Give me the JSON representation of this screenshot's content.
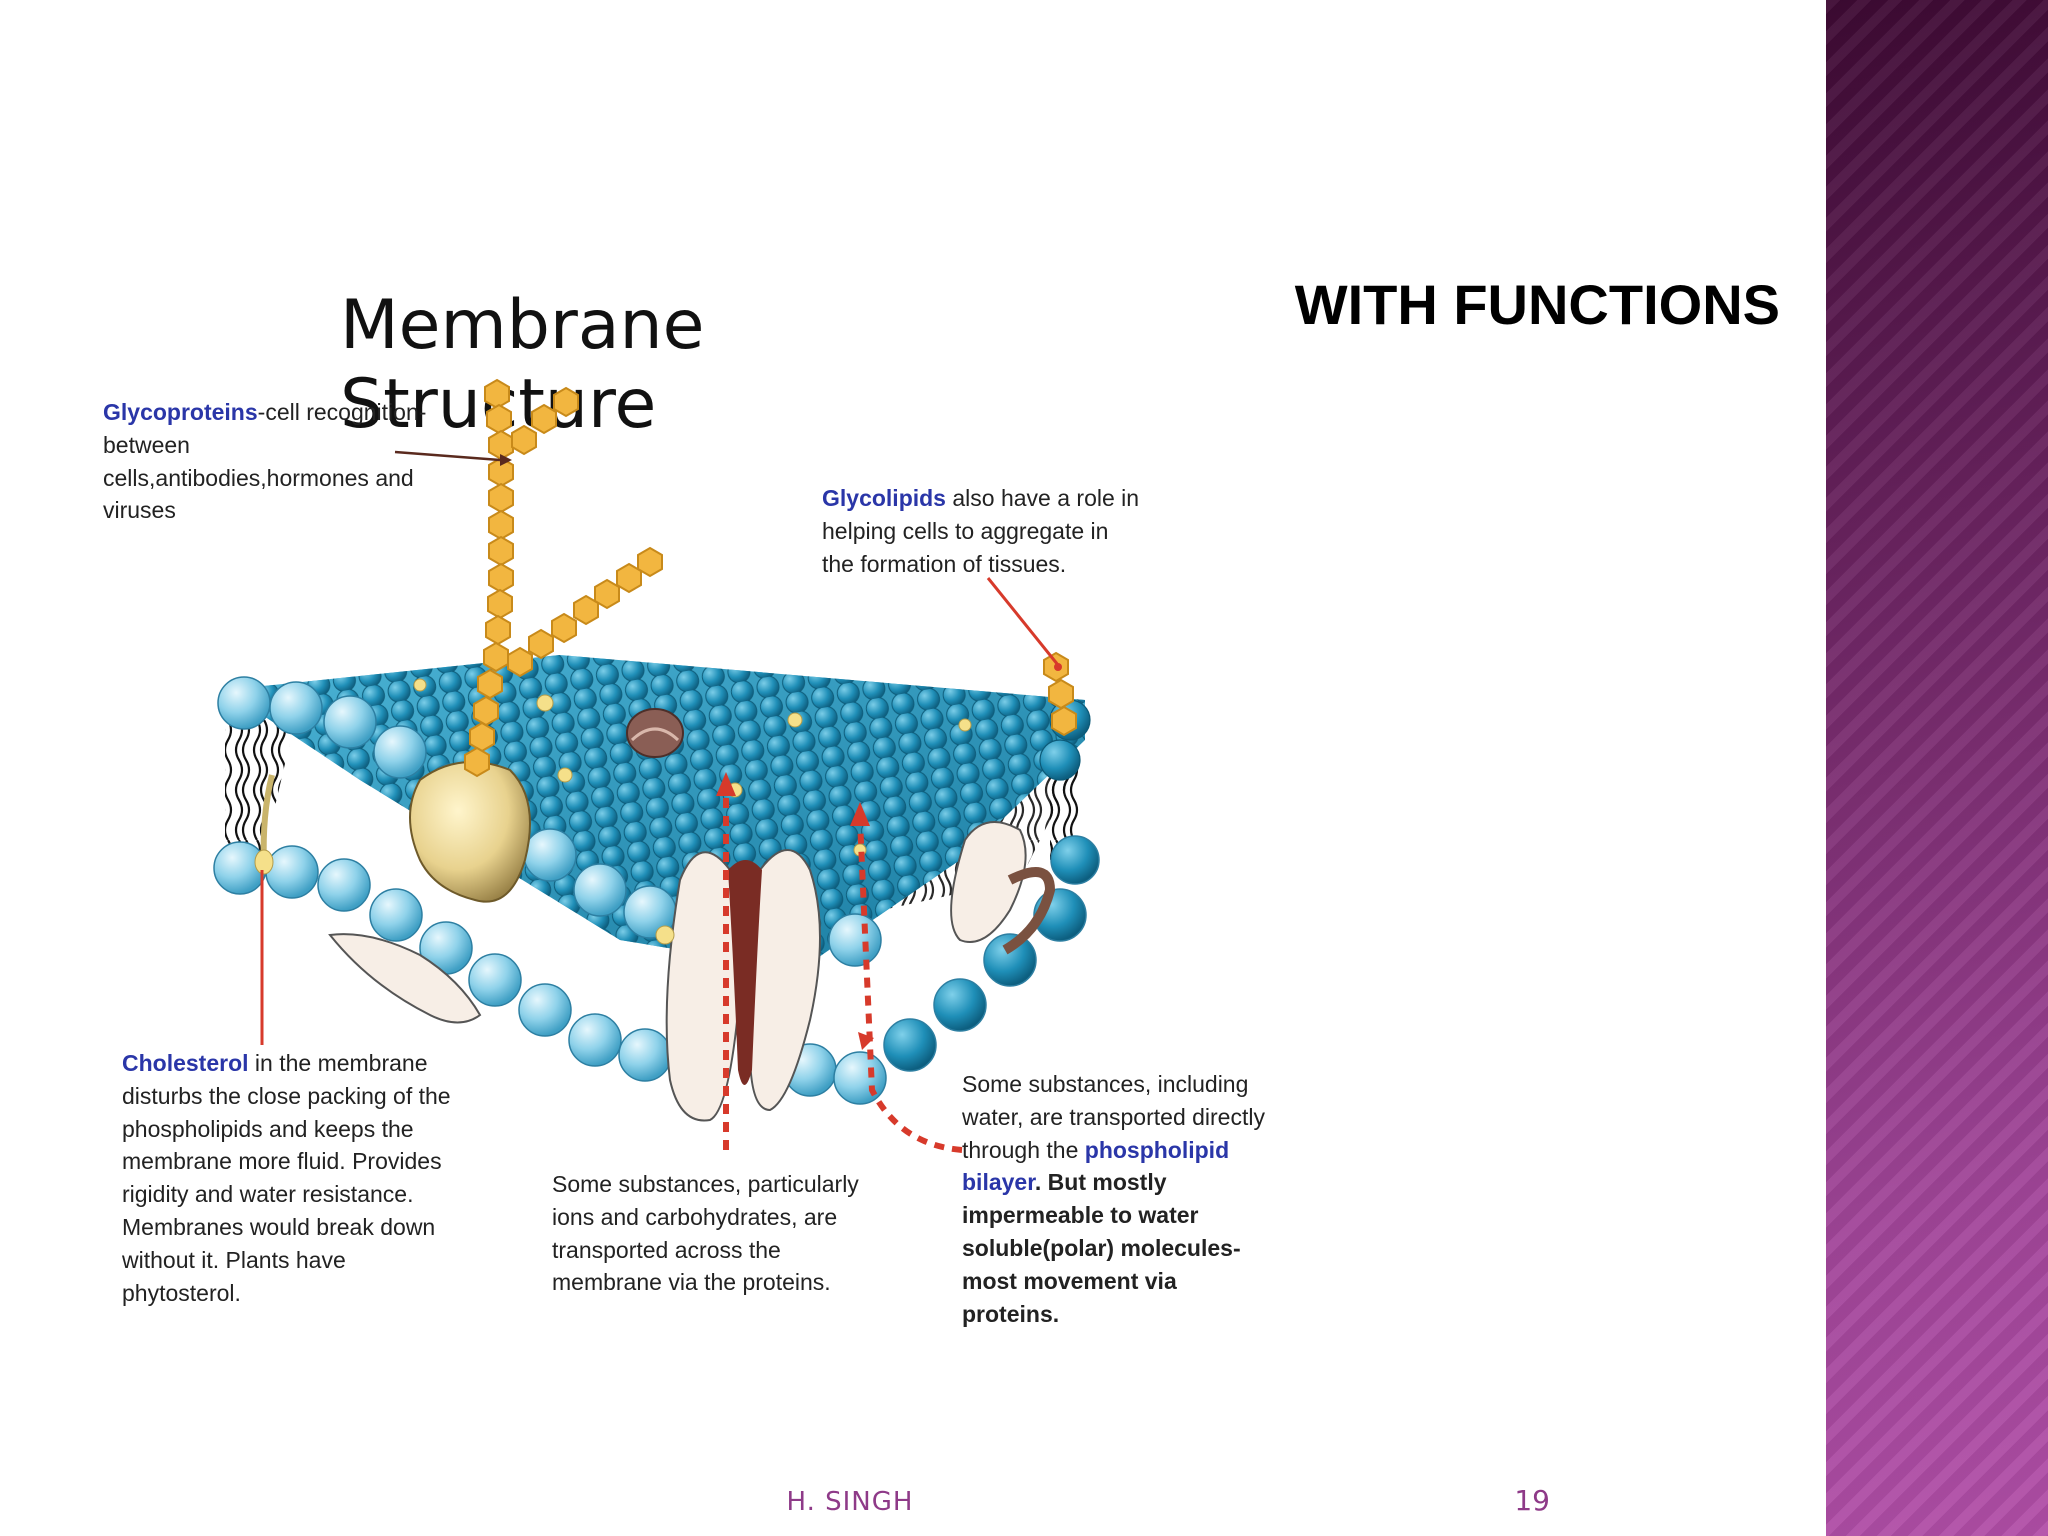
{
  "slide": {
    "subtitle": "WITH FUNCTIONS",
    "footer_author": "H. SINGH",
    "page_number": "19"
  },
  "diagram": {
    "title": "Membrane Structure",
    "glycoproteins": {
      "term": "Glycoproteins",
      "text": "-cell recognition-between cells,antibodies,hormones and viruses"
    },
    "glycolipids": {
      "term": "Glycolipids",
      "text": " also have a role in helping cells to aggregate in the formation of tissues."
    },
    "cholesterol": {
      "term": "Cholesterol",
      "text": " in the membrane disturbs the close packing of the phospholipids and keeps the membrane more fluid. Provides rigidity and water resistance. Membranes would break down without it. Plants have phytosterol."
    },
    "proteins_transport": "Some substances, particularly ions and carbohydrates, are transported across the membrane via the proteins.",
    "bilayer_transport": {
      "text": "Some substances, including water, are transported directly through the ",
      "term": "phospholipid bilayer",
      "end": ".",
      "bold": "But mostly impermeable to water soluble(polar) molecules-most movement via proteins."
    }
  },
  "colors": {
    "head_light": "#8fd2ea",
    "head_dark": "#1f8fb8",
    "sugar": "#f2b640",
    "label_term": "#2a36a8",
    "pointer": "#d73a2b",
    "sidebar": "#7e2f74"
  }
}
